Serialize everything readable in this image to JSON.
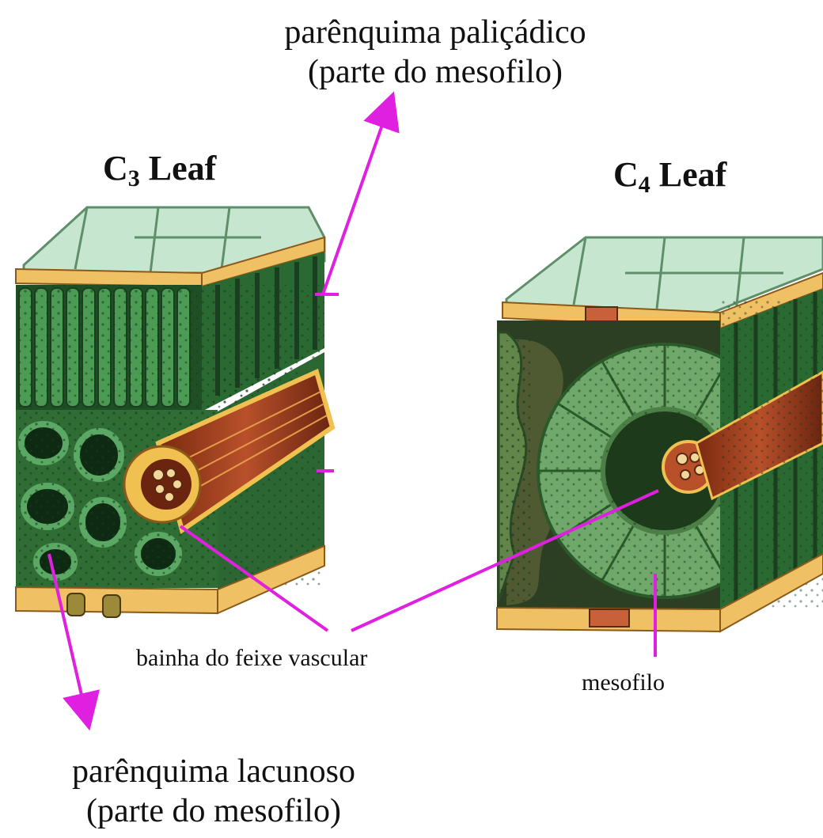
{
  "labels": {
    "palisade_line1": "parênquima paliçádico",
    "palisade_line2": "(parte do mesofilo)",
    "c3_title_letter": "C",
    "c3_title_sub": "3",
    "c3_title_word": " Leaf",
    "c4_title_letter": "C",
    "c4_title_sub": "4",
    "c4_title_word": " Leaf",
    "bundle_sheath": "bainha do feixe vascular",
    "mesophyll": "mesofilo",
    "spongy_line1": "parênquima lacunoso",
    "spongy_line2": "(parte do mesofilo)"
  },
  "colors": {
    "pointer": "#e020e0",
    "epidermis_top": "#bfe0c8",
    "epidermis_rim": "#e8b860",
    "mesophyll_green": "#2f7a3a",
    "cell_green": "#4c9b55",
    "dark_green": "#1f4f25",
    "sheath_yellow": "#f0c050",
    "vascular_red": "#9b3a1c"
  }
}
